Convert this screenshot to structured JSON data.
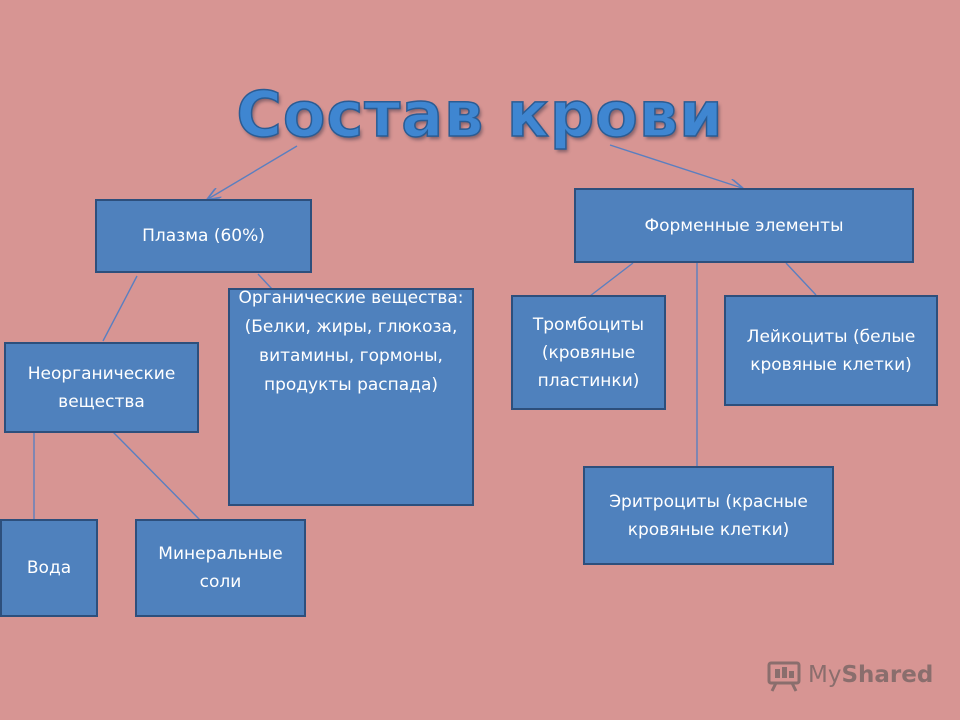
{
  "title": "Состав крови",
  "nodes": {
    "plasma": "Плазма (60%)",
    "formed_elements": "Форменные элементы",
    "inorganic": "Неорганические вещества",
    "organic": "Органические вещества:\n(Белки, жиры, глюкоза, витамины, гормоны, продукты распада)",
    "water": "Вода",
    "mineral_salts": "Минеральные соли",
    "platelets": "Тромбоциты (кровяные пластинки)",
    "leukocytes": "Лейкоциты (белые кровяные клетки)",
    "erythrocytes": "Эритроциты (красные кровяные клетки)"
  },
  "logo": {
    "brand_a": "My",
    "brand_b": "Shared"
  },
  "colors": {
    "background": "#d79593",
    "box_fill": "#4f81bd",
    "box_border": "#2d4f7c",
    "title": "#3f86d1",
    "link": "#5a7fc0"
  }
}
